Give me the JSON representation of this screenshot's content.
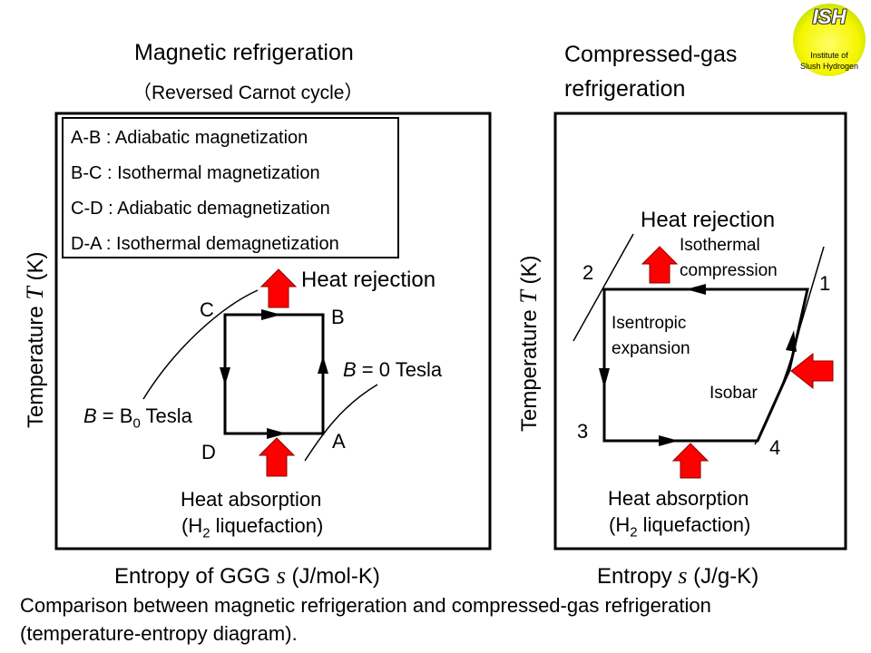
{
  "left_panel": {
    "title": "Magnetic refrigeration",
    "subtitle": "（Reversed Carnot cycle）",
    "legend": [
      "A-B : Adiabatic magnetization",
      "B-C : Isothermal magnetization",
      "C-D : Adiabatic demagnetization",
      "D-A : Isothermal demagnetization"
    ],
    "heat_rejection": "Heat rejection",
    "heat_absorption": "Heat absorption",
    "h2_open": "(H",
    "h2_sub": "2",
    "h2_close": " liquefaction)",
    "point_a": "A",
    "point_b": "B",
    "point_c": "C",
    "point_d": "D",
    "b_symbol": "B",
    "b_zero_rest": " = 0 Tesla",
    "b0_eq": " = B",
    "b0_sub": "0",
    "b0_unit": " Tesla",
    "y_label_pre": "Temperature ",
    "y_label_sym": "T",
    "y_label_post": " (K)",
    "x_label_pre": "Entropy of GGG  ",
    "x_label_sym": "s",
    "x_label_post": " (J/mol-K)"
  },
  "right_panel": {
    "title_line1": "Compressed-gas",
    "title_line2": "refrigeration",
    "heat_rejection": "Heat rejection",
    "isothermal_line1": "Isothermal",
    "isothermal_line2": "compression",
    "isentropic_line1": "Isentropic",
    "isentropic_line2": "expansion",
    "isobar": "Isobar",
    "heat_absorption": "Heat absorption",
    "h2_open": "(H",
    "h2_sub": "2",
    "h2_close": " liquefaction)",
    "point_1": "1",
    "point_2": "2",
    "point_3": "3",
    "point_4": "4",
    "y_label_pre": "Temperature ",
    "y_label_sym": "T",
    "y_label_post": " (K)",
    "x_label_pre": "Entropy ",
    "x_label_sym": "s",
    "x_label_post": " (J/g-K)"
  },
  "logo": {
    "name": "ISH",
    "line1": "Institute of",
    "line2": "Slush Hydrogen"
  },
  "caption": {
    "line1": "Comparison between magnetic refrigeration and compressed-gas refrigeration",
    "line2": "(temperature-entropy diagram)."
  },
  "colors": {
    "heat_arrow": "#ff0000",
    "heat_arrow_outline": "#8b0000",
    "line": "#000000",
    "logo_fill": "#f5f500",
    "logo_edge": "#56c21a"
  }
}
